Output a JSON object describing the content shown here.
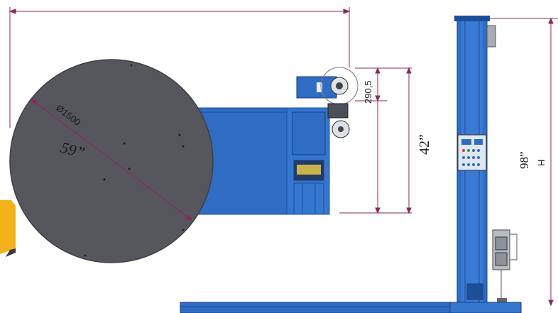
{
  "drawing": {
    "turntable": {
      "diameter_metric": "Ø1500",
      "diameter_imperial": "59”"
    },
    "mast_head": {
      "offset_metric": "290,5"
    },
    "table_height": {
      "imperial": "42”"
    },
    "mast_height": {
      "imperial": "98”",
      "symbol": "H"
    }
  },
  "colors": {
    "machine_blue": "#2f6dc4",
    "machine_blue_dark": "#1d4f99",
    "turntable_gray": "#55575c",
    "dimension_line": "#8a2a5a",
    "accent_yellow": "#f3b21a"
  }
}
